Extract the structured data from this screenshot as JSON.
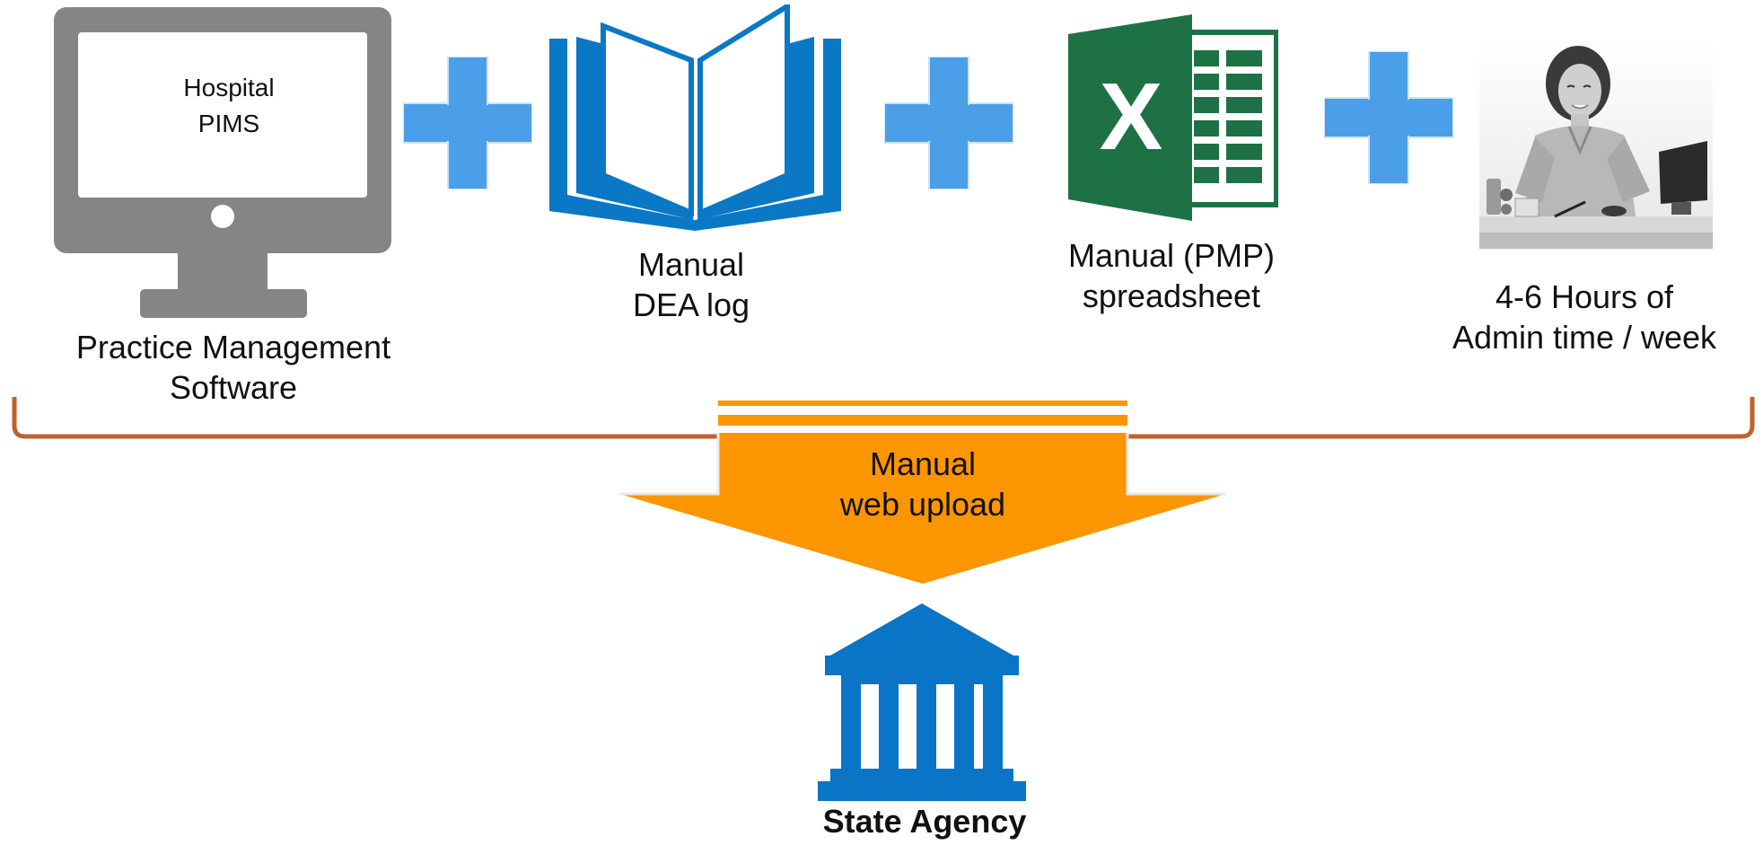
{
  "monitor": {
    "screen_line1": "Hospital",
    "screen_line2": "PIMS",
    "caption_line1": "Practice Management",
    "caption_line2": "Software"
  },
  "dea_log": {
    "caption_line1": "Manual",
    "caption_line2": "DEA log"
  },
  "spreadsheet": {
    "caption_line1": "Manual (PMP)",
    "caption_line2": "spreadsheet",
    "logo_letter": "X"
  },
  "admin": {
    "caption_line1": "4-6 Hours of",
    "caption_line2": "Admin time / week"
  },
  "arrow": {
    "line1": "Manual",
    "line2": "web upload"
  },
  "agency": {
    "caption": "State Agency"
  },
  "colors": {
    "plus": "#4a9fe8",
    "book": "#0b78c6",
    "excel": "#1e7145",
    "arrow": "#fb9600",
    "bracket": "#c0602f",
    "agency": "#0a74c6",
    "monitor": "#858585"
  }
}
